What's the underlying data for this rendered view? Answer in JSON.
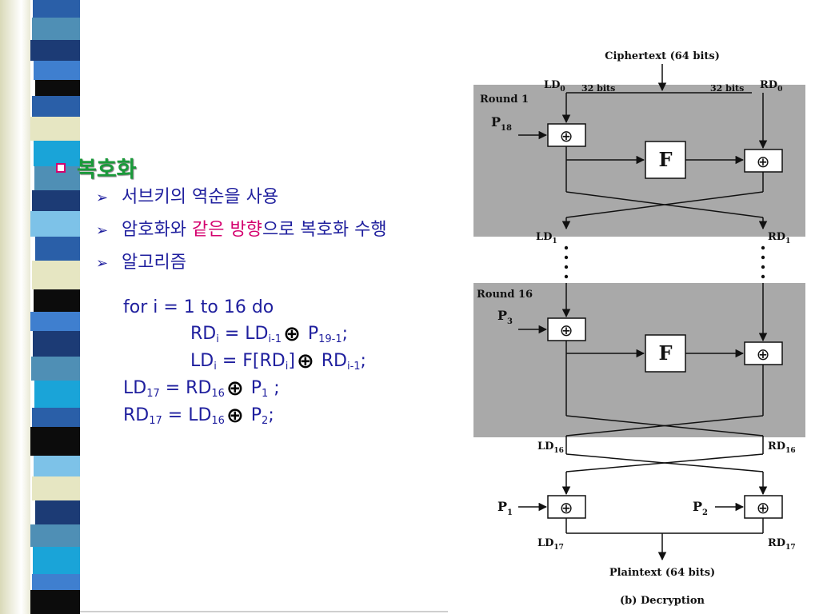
{
  "slide": {
    "title": "복호화",
    "bullets": [
      {
        "parts": [
          {
            "text": "서브키의 역순을 사용",
            "highlight": false
          }
        ]
      },
      {
        "parts": [
          {
            "text": "암호화와 ",
            "highlight": false
          },
          {
            "text": "같은 방향",
            "highlight": true
          },
          {
            "text": "으로 복호화 수행",
            "highlight": false
          }
        ]
      },
      {
        "parts": [
          {
            "text": "알고리즘",
            "highlight": false
          }
        ]
      }
    ],
    "highlight_color": "#d4006e",
    "title_color": "#1a9a3a",
    "text_color": "#1f1f9e"
  },
  "algorithm": {
    "line1": "for i = 1 to 16 do",
    "line2": {
      "a": "RD",
      "a_sub": "i",
      "b": " = LD",
      "b_sub": "i-1",
      "c": "P",
      "c_sub": "19-1",
      "end": ";"
    },
    "line3": {
      "a": "LD",
      "a_sub": "i",
      "b": " = F[RD",
      "b_sub": "i",
      "b2": "]",
      "c": "RD",
      "c_sub": "i-1",
      "end": ";"
    },
    "line4": {
      "a": "LD",
      "a_sub": "17",
      "b": " = RD",
      "b_sub": "16",
      "c": "P",
      "c_sub": "1",
      "end": " ;"
    },
    "line5": {
      "a": "RD",
      "a_sub": "17",
      "b": " = LD",
      "b_sub": "16",
      "c": "P",
      "c_sub": "2",
      "end": ";"
    }
  },
  "diagram": {
    "ciphertext": "Ciphertext (64 bits)",
    "ld0": "LD",
    "ld0_sub": "0",
    "rd0": "RD",
    "rd0_sub": "0",
    "bits_left": "32 bits",
    "bits_right": "32 bits",
    "round1": "Round 1",
    "p18": "P",
    "p18_sub": "18",
    "f1": "F",
    "ld1": "LD",
    "ld1_sub": "1",
    "rd1": "RD",
    "rd1_sub": "1",
    "round16": "Round 16",
    "p3": "P",
    "p3_sub": "3",
    "f16": "F",
    "ld16": "LD",
    "ld16_sub": "16",
    "rd16": "RD",
    "rd16_sub": "16",
    "p1": "P",
    "p1_sub": "1",
    "p2": "P",
    "p2_sub": "2",
    "ld17": "LD",
    "ld17_sub": "17",
    "rd17": "RD",
    "rd17_sub": "17",
    "plaintext": "Plaintext (64 bits)",
    "caption": "(b) Decryption",
    "xor_symbol": "⊕"
  },
  "stripe_colors": [
    "#2a5fa8",
    "#4f8fb5",
    "#0c0c0c",
    "#1c3b75",
    "#e6e6c2",
    "#3f7fcf",
    "#7dc2e8",
    "#1aa4d8"
  ]
}
